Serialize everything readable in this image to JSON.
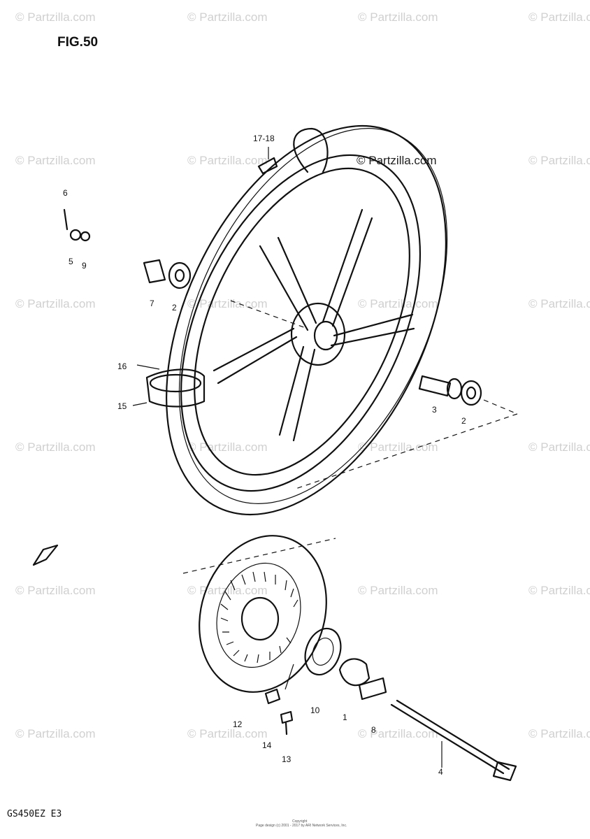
{
  "diagram": {
    "figure_label": "FIG.50",
    "model_code": "GS450EZ  E3",
    "watermark": "© Partzilla.com",
    "copyright_line1": "Copyright",
    "copyright_line2": "Page design (c) 2001 - 2017 by ARI Network Services, Inc.",
    "callouts": [
      "17-18",
      "6",
      "5",
      "9",
      "7",
      "2",
      "16",
      "15",
      "3",
      "2",
      "12",
      "10",
      "1",
      "8",
      "14",
      "13",
      "4"
    ]
  }
}
